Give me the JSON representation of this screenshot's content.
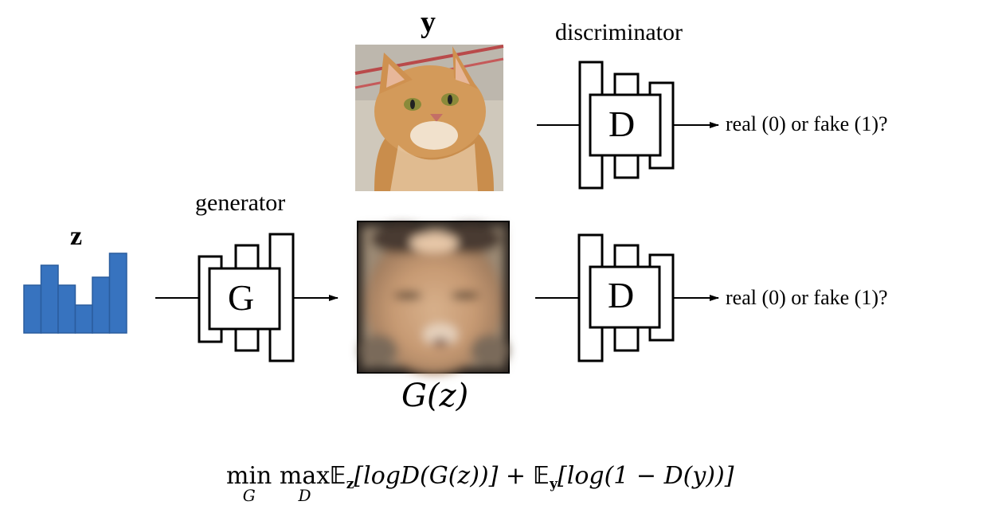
{
  "labels": {
    "y": "y",
    "discriminator": "discriminator",
    "generator": "generator",
    "z": "z",
    "g_block": "G",
    "d_block_top": "D",
    "d_block_bottom": "D",
    "output_top": "real (0) or fake (1)?",
    "output_bottom": "real (0) or fake (1)?",
    "gz_caption": "G(z)"
  },
  "formula": {
    "min": "min",
    "min_sub": "G",
    "max": "max",
    "max_sub": "D",
    "e1": "𝔼",
    "e1_sub": "z",
    "term1": "[logD(G(z))] +",
    "e2": "𝔼",
    "e2_sub": "y",
    "term2": "[log(1 − D(y))]"
  },
  "histogram_levels": [
    0.6,
    0.85,
    0.6,
    0.35,
    0.7,
    1.0
  ],
  "colors": {
    "histogram": "#3773bf",
    "histogram_edge": "#2a5d9e",
    "block_stroke": "#000000",
    "cat_fur": "#d39a5a",
    "cat_background": "#cfc8bb"
  }
}
